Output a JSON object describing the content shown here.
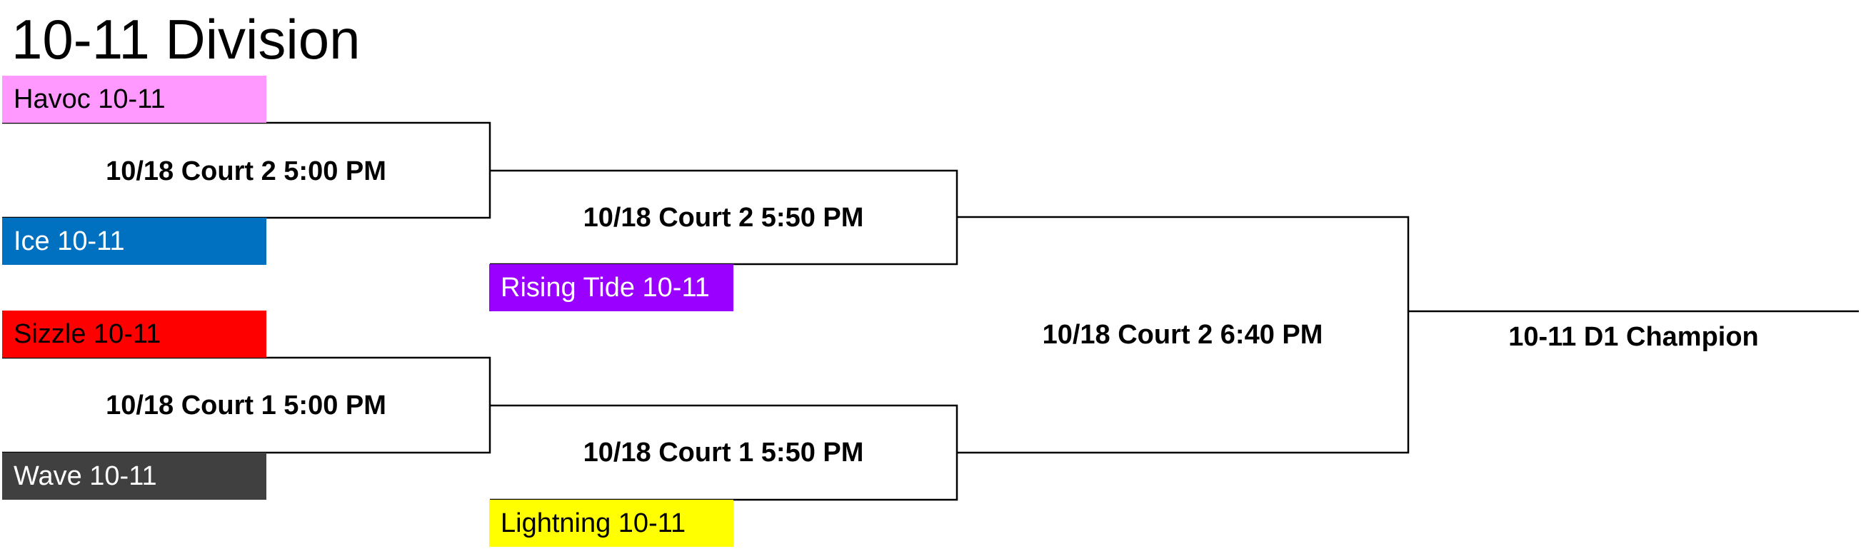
{
  "title": "10-11 Division",
  "teams": {
    "havoc": {
      "label": "Havoc 10-11",
      "color": "#ff99ff",
      "text_color": "#000000"
    },
    "ice": {
      "label": "Ice 10-11",
      "color": "#0070c0",
      "text_color": "#ffffff"
    },
    "sizzle": {
      "label": "Sizzle 10-11",
      "color": "#ff0000",
      "text_color": "#000000"
    },
    "wave": {
      "label": "Wave 10-11",
      "color": "#404040",
      "text_color": "#ffffff"
    },
    "rising_tide": {
      "label": "Rising Tide 10-11",
      "color": "#9900ff",
      "text_color": "#ffffff"
    },
    "lightning": {
      "label": "Lightning 10-11",
      "color": "#ffff00",
      "text_color": "#000000"
    }
  },
  "games": {
    "g1": "10/18 Court 2 5:00 PM",
    "g2": "10/18 Court 1 5:00 PM",
    "g3": "10/18 Court 2 5:50 PM",
    "g4": "10/18 Court 1 5:50 PM",
    "g5": "10/18 Court 2 6:40 PM"
  },
  "champion": "10-11 D1 Champion",
  "line_color": "#000000"
}
